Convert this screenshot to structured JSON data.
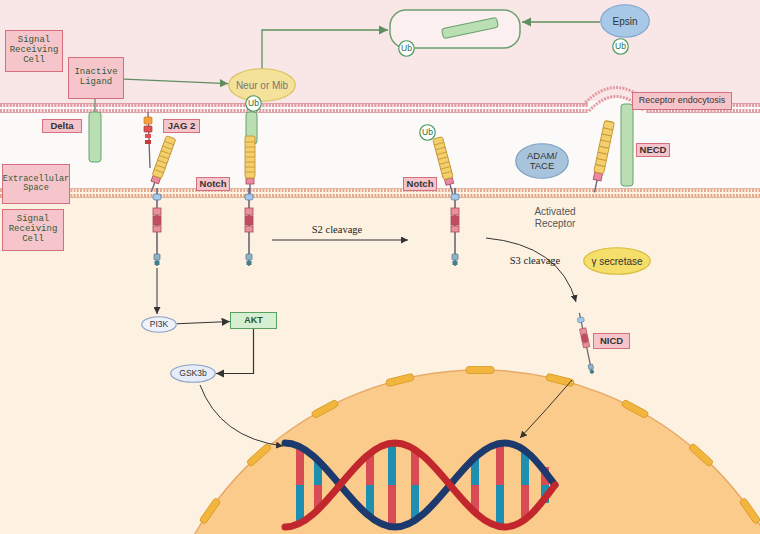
{
  "diagram": {
    "nodes": [
      {
        "text": [
          "Signal Receiving Cell"
        ]
      },
      {
        "text": [
          "Inactive Ligand"
        ]
      },
      {
        "text": [
          "Neur or Mib"
        ]
      },
      {
        "text": [
          "Ub"
        ]
      },
      {
        "text": [
          "Ub"
        ]
      },
      {
        "text": [
          "Epsin"
        ]
      },
      {
        "text": [
          "Ub"
        ]
      },
      {
        "text": [
          "Receptor endocytosis"
        ]
      },
      {
        "text": [
          "Delta"
        ]
      },
      {
        "text": [
          "JAG 2"
        ]
      },
      {
        "text": [
          "Ub"
        ]
      },
      {
        "text": [
          "ADAM/ TACE"
        ]
      },
      {
        "text": [
          "NECD"
        ]
      },
      {
        "text": [
          "Extracellular Space"
        ]
      },
      {
        "text": [
          "Notch"
        ]
      },
      {
        "text": [
          "Notch"
        ]
      },
      {
        "text": [
          "Signal Receiving Cell"
        ]
      },
      {
        "text": [
          "γ secretase"
        ]
      },
      {
        "text": [
          "PI3K"
        ]
      },
      {
        "text": [
          "AKT"
        ]
      },
      {
        "text": [
          "NICD"
        ]
      },
      {
        "text": [
          "GSK3b"
        ]
      }
    ],
    "edges": [
      {
        "from": 1,
        "to": 2,
        "arrow": "to"
      },
      {
        "from": 18,
        "to": 19,
        "arrow": "to"
      },
      {
        "from": 19,
        "to": 21,
        "arrow": "to"
      }
    ],
    "labels": [
      "Activated Receptor",
      "S2 cleavage",
      "S3 cleavage"
    ]
  }
}
